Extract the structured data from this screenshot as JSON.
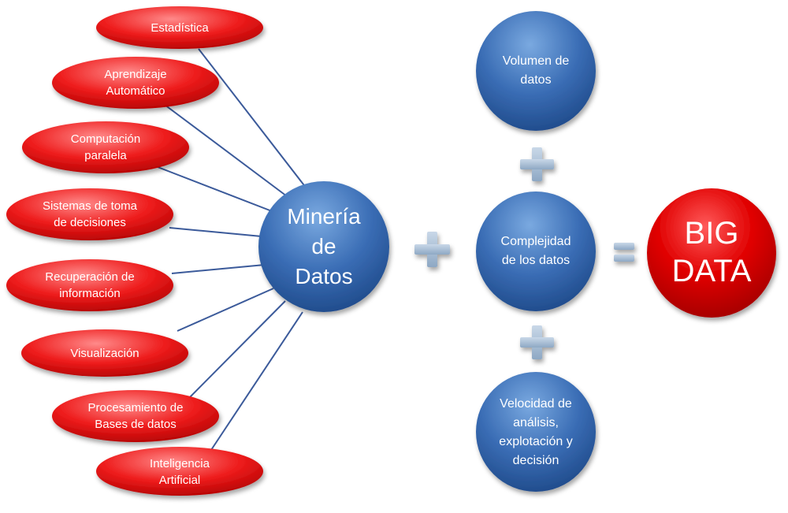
{
  "center": {
    "label_lines": [
      "Minería",
      "de",
      "Datos"
    ]
  },
  "disciplines": [
    {
      "lines": [
        "Estadística"
      ]
    },
    {
      "lines": [
        "Aprendizaje",
        "Automático"
      ]
    },
    {
      "lines": [
        "Computación",
        "paralela"
      ]
    },
    {
      "lines": [
        "Sistemas de toma",
        "de decisiones"
      ]
    },
    {
      "lines": [
        "Recuperación de",
        "información"
      ]
    },
    {
      "lines": [
        "Visualización"
      ]
    },
    {
      "lines": [
        "Procesamiento de",
        "Bases de datos"
      ]
    },
    {
      "lines": [
        "Inteligencia",
        "Artificial"
      ]
    }
  ],
  "factors": [
    {
      "lines": [
        "Volumen de",
        "datos"
      ]
    },
    {
      "lines": [
        "Complejidad",
        "de los datos"
      ]
    },
    {
      "lines": [
        "Velocidad de",
        "análisis,",
        "explotación y",
        "decisión"
      ]
    }
  ],
  "result": {
    "lines": [
      "BIG",
      "DATA"
    ]
  },
  "colors": {
    "red_light": "#ff7a7a",
    "red": "#ee1c1c",
    "red_dark": "#b00000",
    "blue_light": "#6fa0dc",
    "blue": "#3a6db5",
    "blue_dark": "#1f4a8a",
    "connector": "#3b5a9a",
    "operator": "#a9bfd6"
  }
}
